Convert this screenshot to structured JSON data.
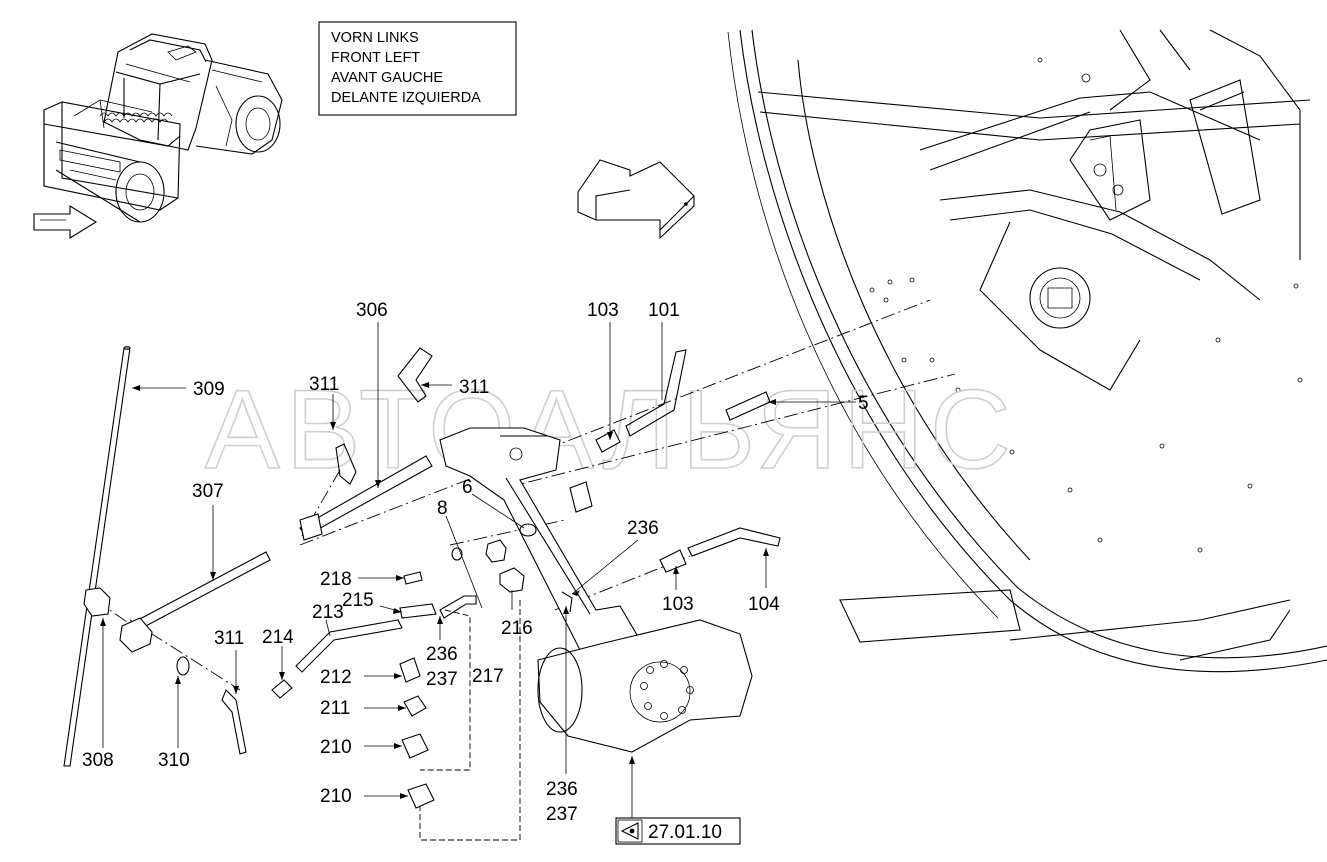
{
  "orientation_box": {
    "lines": [
      "VORN LINKS",
      "FRONT LEFT",
      "AVANT GAUCHE",
      "DELANTE IZQUIERDA"
    ]
  },
  "watermark": "АВТОАЛЬЯНС",
  "callouts": {
    "c306": "306",
    "c309": "309",
    "c311a": "311",
    "c311b": "311",
    "c311c": "311",
    "c307": "307",
    "c308": "308",
    "c310": "310",
    "c103a": "103",
    "c101": "101",
    "c5": "5",
    "c6": "6",
    "c8": "8",
    "c236a": "236",
    "c218": "218",
    "c215": "215",
    "c213": "213",
    "c214": "214",
    "c216": "216",
    "c103b": "103",
    "c104": "104",
    "c236b": "236",
    "c237b": "237",
    "c217": "217",
    "c212": "212",
    "c211": "211",
    "c210a": "210",
    "c210b": "210",
    "c236c": "236",
    "c237c": "237"
  },
  "reference": {
    "label": "27.01.10",
    "icon": "view-arrow-icon"
  }
}
